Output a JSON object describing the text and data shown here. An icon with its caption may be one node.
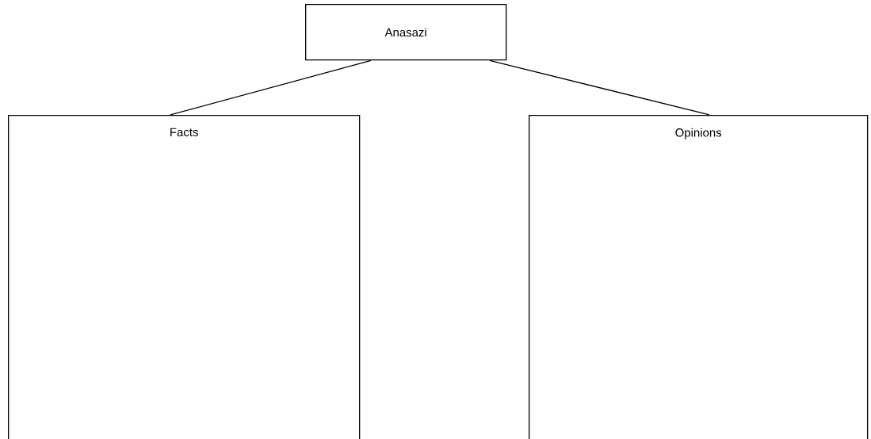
{
  "diagram": {
    "nodes": [
      {
        "text": [
          "Anasazi"
        ]
      },
      {
        "text": [
          "Facts"
        ]
      },
      {
        "text": [
          "Opinions"
        ]
      }
    ],
    "edges": [
      {
        "from": 0,
        "to": 1,
        "arrow": "none"
      },
      {
        "from": 0,
        "to": 2,
        "arrow": "none"
      }
    ]
  }
}
